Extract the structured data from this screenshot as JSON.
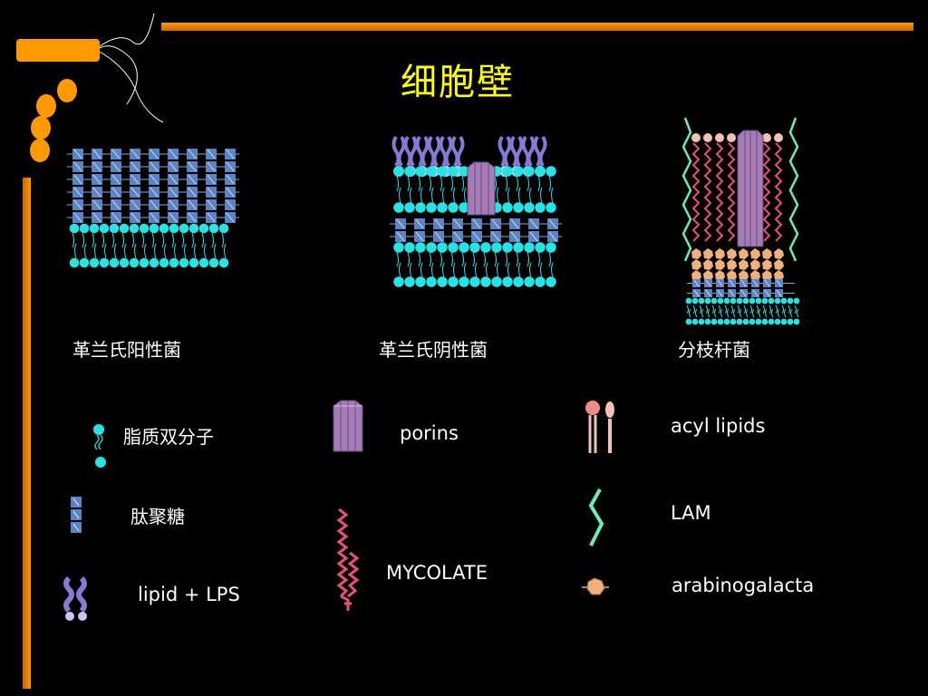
{
  "title": "细胞壁",
  "captions": {
    "gram_positive": "革兰氏阳性菌",
    "gram_negative": "革兰氏阴性菌",
    "mycobacterium": "分枝杆菌"
  },
  "legend": {
    "lipid_bilayer": "脂质双分子",
    "peptidoglycan": "肽聚糖",
    "lipid_lps": "lipid + LPS",
    "porins": "porins",
    "mycolate": "MYCOLATE",
    "acyl_lipids": "acyl lipids",
    "lam": "LAM",
    "arabinogalactan": "arabinogalacta"
  },
  "colors": {
    "accent_orange": "#ff9900",
    "title_yellow": "#ffff00",
    "lipid_head": "#22e6e6",
    "peptidoglycan": "#5b84c4",
    "lps": "#8a78d6",
    "porin": "#a57cb8",
    "mycolate": "#e8507c",
    "lam": "#66f0b8",
    "arabinogalactan": "#f0b07a"
  }
}
